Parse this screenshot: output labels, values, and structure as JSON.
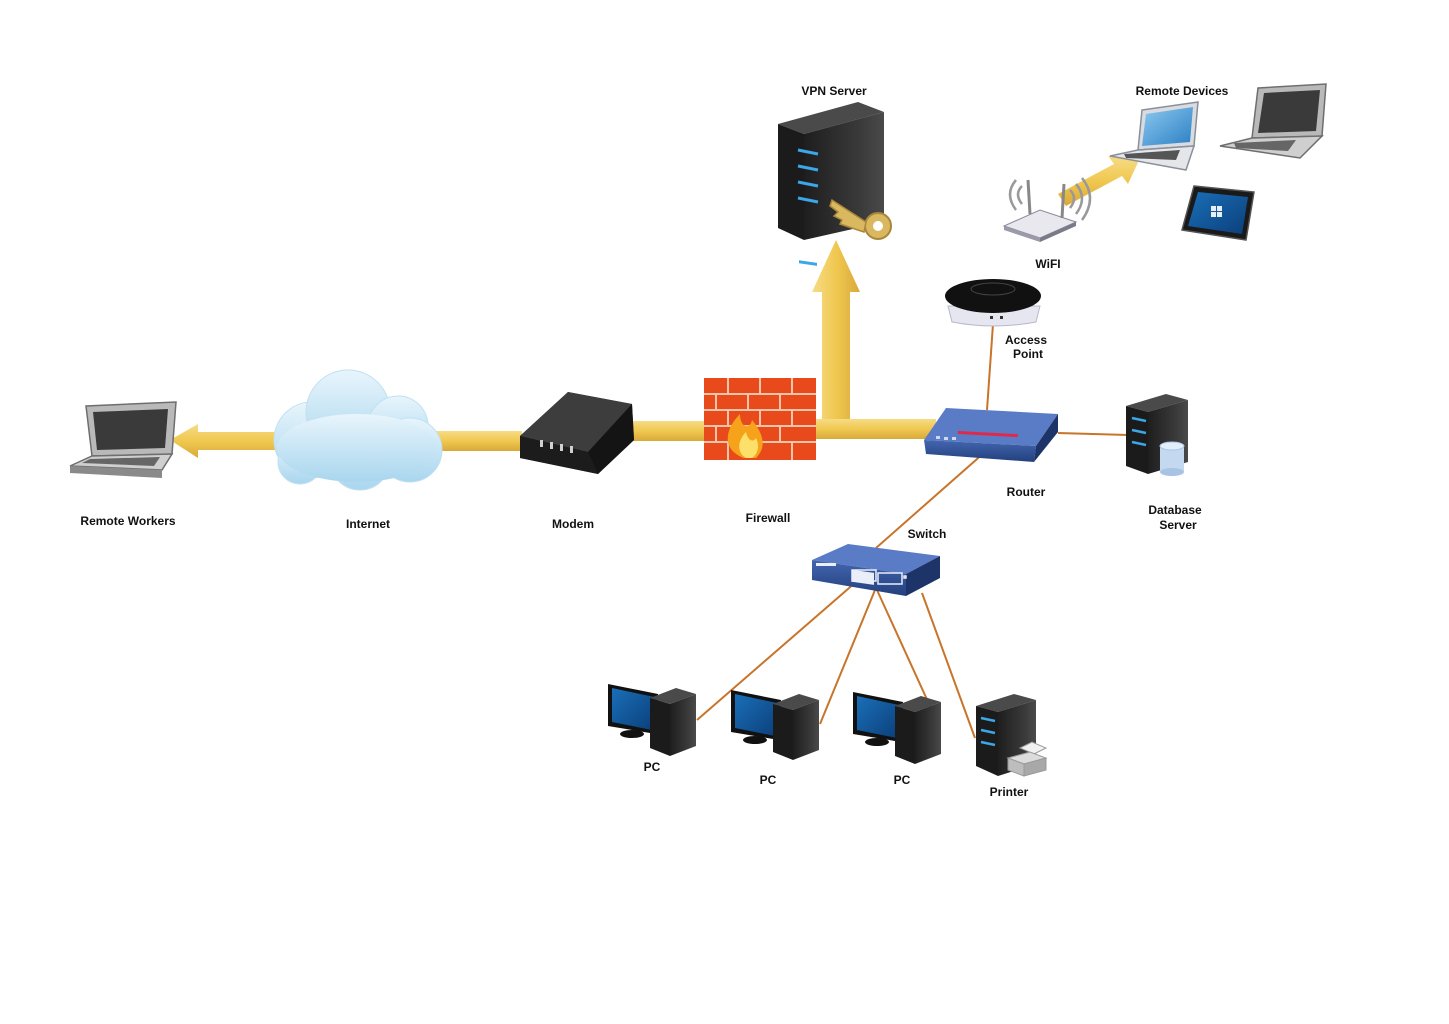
{
  "labels": {
    "vpn_server": "VPN Server",
    "remote_devices": "Remote Devices",
    "wifi": "WiFI",
    "access_point_1": "Access",
    "access_point_2": "Point",
    "remote_workers": "Remote Workers",
    "internet": "Internet",
    "modem": "Modem",
    "firewall": "Firewall",
    "router": "Router",
    "database_server_1": "Database",
    "database_server_2": "Server",
    "switch": "Switch",
    "pc_1": "PC",
    "pc_2": "PC",
    "pc_3": "PC",
    "printer": "Printer"
  },
  "colors": {
    "arrow": "#f0c850",
    "cable": "#c8742a",
    "router_blue": "#2f4f93",
    "server_dark": "#2b2b2b",
    "server_led": "#3ba7e6",
    "firewall_red": "#e84a1c"
  }
}
